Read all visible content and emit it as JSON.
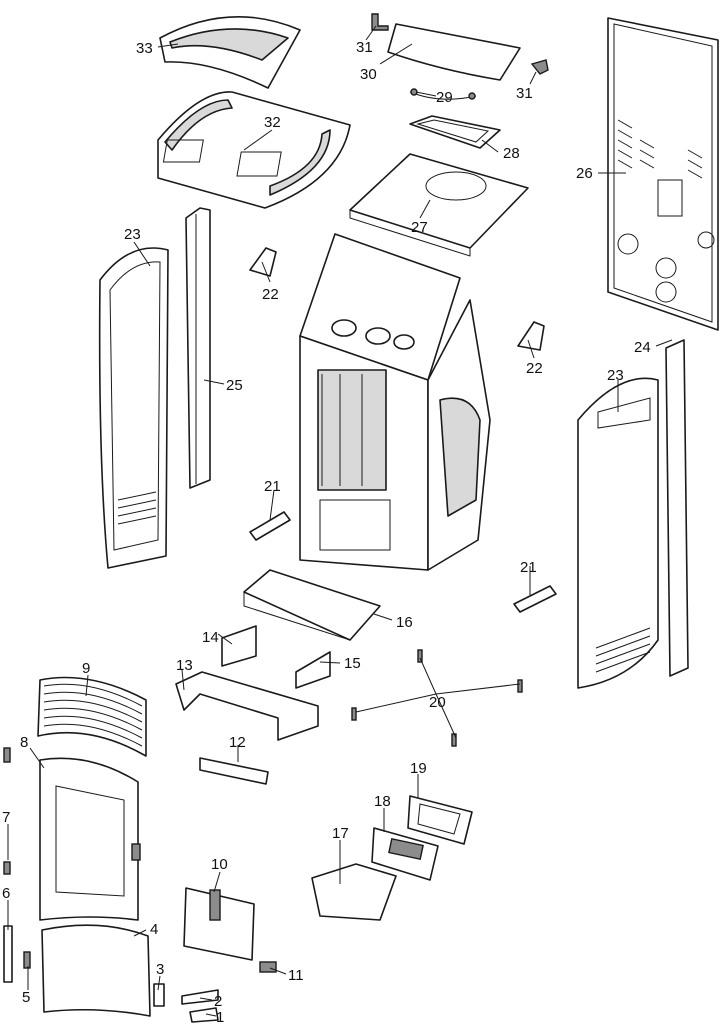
{
  "callouts": [
    {
      "id": "n33",
      "text": "33"
    },
    {
      "id": "n31a",
      "text": "31"
    },
    {
      "id": "n30",
      "text": "30"
    },
    {
      "id": "n31b",
      "text": "31"
    },
    {
      "id": "n29",
      "text": "29"
    },
    {
      "id": "n32",
      "text": "32"
    },
    {
      "id": "n28",
      "text": "28"
    },
    {
      "id": "n26",
      "text": "26"
    },
    {
      "id": "n27",
      "text": "27"
    },
    {
      "id": "n23a",
      "text": "23"
    },
    {
      "id": "n22a",
      "text": "22"
    },
    {
      "id": "n25",
      "text": "25"
    },
    {
      "id": "n24",
      "text": "24"
    },
    {
      "id": "n22b",
      "text": "22"
    },
    {
      "id": "n23b",
      "text": "23"
    },
    {
      "id": "n21a",
      "text": "21"
    },
    {
      "id": "n21b",
      "text": "21"
    },
    {
      "id": "n16",
      "text": "16"
    },
    {
      "id": "n14",
      "text": "14"
    },
    {
      "id": "n13",
      "text": "13"
    },
    {
      "id": "n15",
      "text": "15"
    },
    {
      "id": "n9",
      "text": "9"
    },
    {
      "id": "n20",
      "text": "20"
    },
    {
      "id": "n12",
      "text": "12"
    },
    {
      "id": "n8",
      "text": "8"
    },
    {
      "id": "n19",
      "text": "19"
    },
    {
      "id": "n18",
      "text": "18"
    },
    {
      "id": "n7",
      "text": "7"
    },
    {
      "id": "n17",
      "text": "17"
    },
    {
      "id": "n10",
      "text": "10"
    },
    {
      "id": "n6",
      "text": "6"
    },
    {
      "id": "n4",
      "text": "4"
    },
    {
      "id": "n11",
      "text": "11"
    },
    {
      "id": "n3",
      "text": "3"
    },
    {
      "id": "n5",
      "text": "5"
    },
    {
      "id": "n2",
      "text": "2"
    },
    {
      "id": "n1",
      "text": "1"
    }
  ]
}
